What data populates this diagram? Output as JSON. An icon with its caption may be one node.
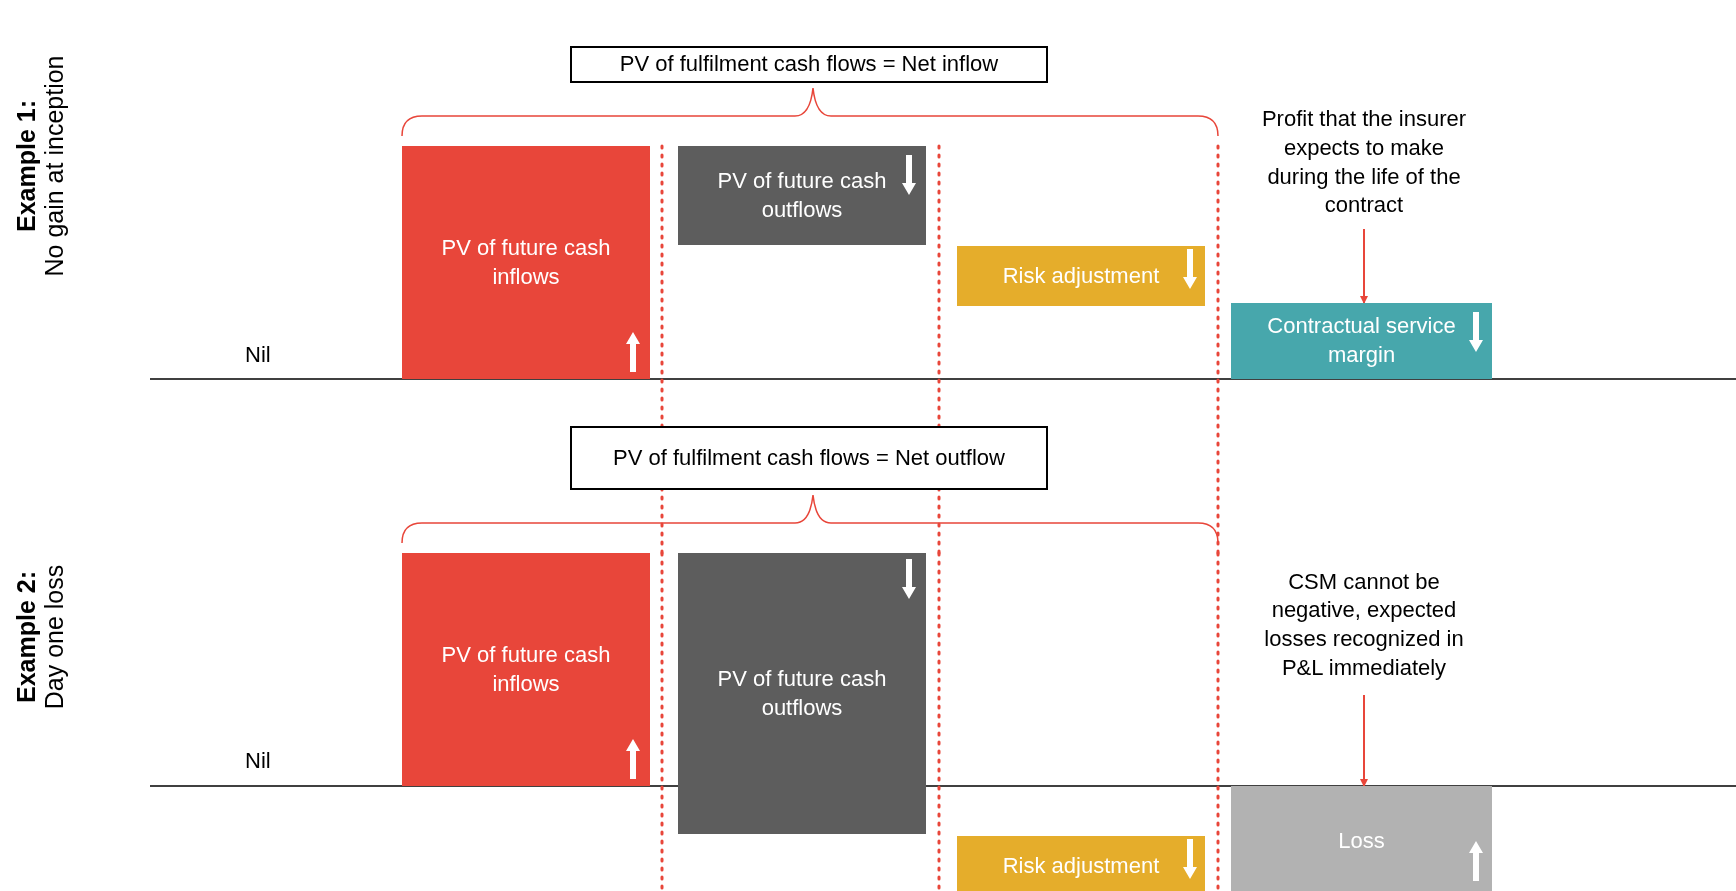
{
  "diagram": {
    "nodes": [
      {
        "text": [
          "PV of fulfilment cash flows = Net inflow"
        ]
      },
      {
        "text": [
          "PV of future cash inflows"
        ]
      },
      {
        "text": [
          "PV of future cash outflows"
        ]
      },
      {
        "text": [
          "Risk adjustment"
        ]
      },
      {
        "text": [
          "Contractual service margin"
        ]
      },
      {
        "text": [
          "Profit that the insurer expects to make during the life of the contract"
        ]
      },
      {
        "text": [
          "PV of fulfilment cash flows = Net outflow"
        ]
      },
      {
        "text": [
          "PV of future cash inflows"
        ]
      },
      {
        "text": [
          "PV of future cash outflows"
        ]
      },
      {
        "text": [
          "Risk adjustment"
        ]
      },
      {
        "text": [
          "Loss"
        ]
      },
      {
        "text": [
          "CSM cannot be negative, expected losses recognized in P&L immediately"
        ]
      }
    ],
    "edges": [
      {
        "from": 5,
        "to": 4,
        "arrow": "to",
        "color": "#e8463a"
      },
      {
        "from": 11,
        "to": 10,
        "arrow": "to",
        "color": "#e8463a"
      }
    ],
    "labels": [
      "Example 1:",
      "No gain at inception",
      "Nil",
      "Example 2:",
      "Day one loss",
      "Nil"
    ]
  }
}
